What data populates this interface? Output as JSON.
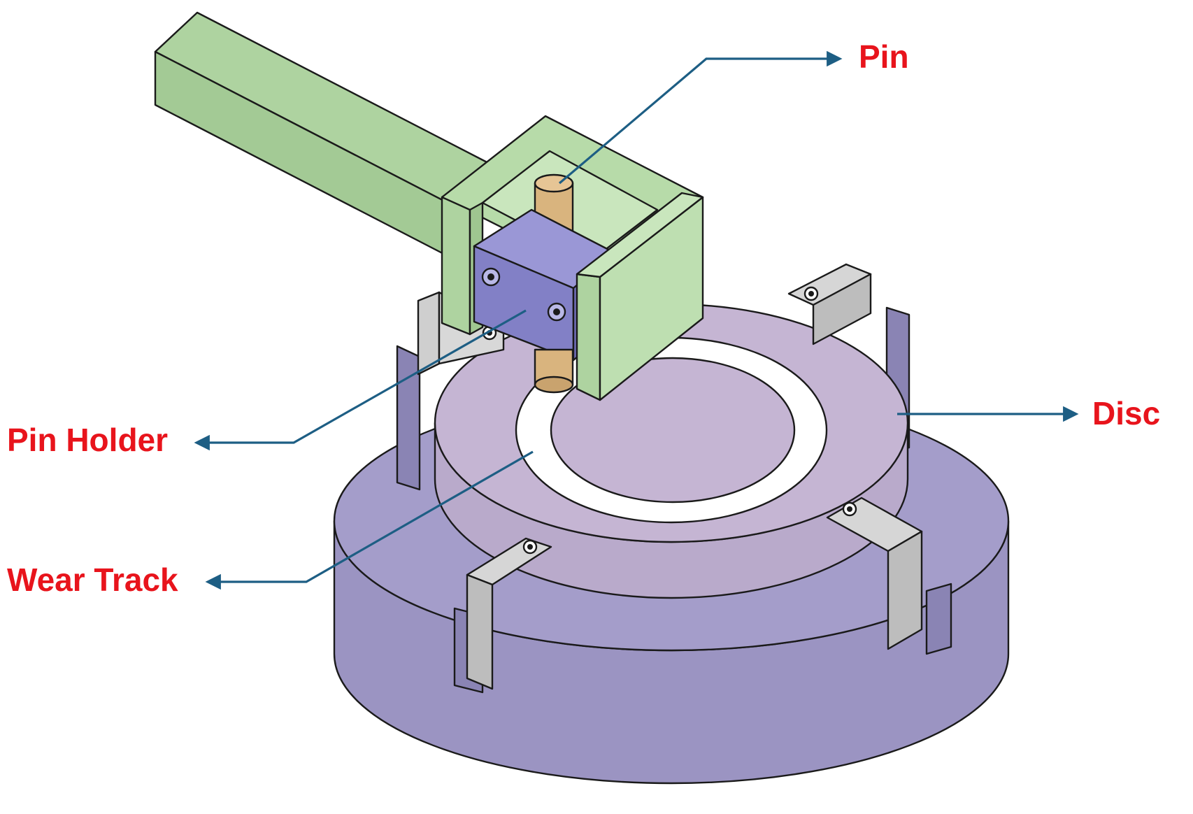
{
  "labels": {
    "pin": "Pin",
    "pin_holder": "Pin Holder",
    "disc": "Disc",
    "wear_track": "Wear Track"
  },
  "colors": {
    "label_text": "#e8141c",
    "leader_line": "#1d5e84",
    "base": "#9b94c2",
    "disc": "#c5b5d3",
    "arm": "#aed3a0",
    "pin_holder": "#8280c6",
    "pin": "#d9b47e",
    "clamp": "#d2d2d2"
  }
}
